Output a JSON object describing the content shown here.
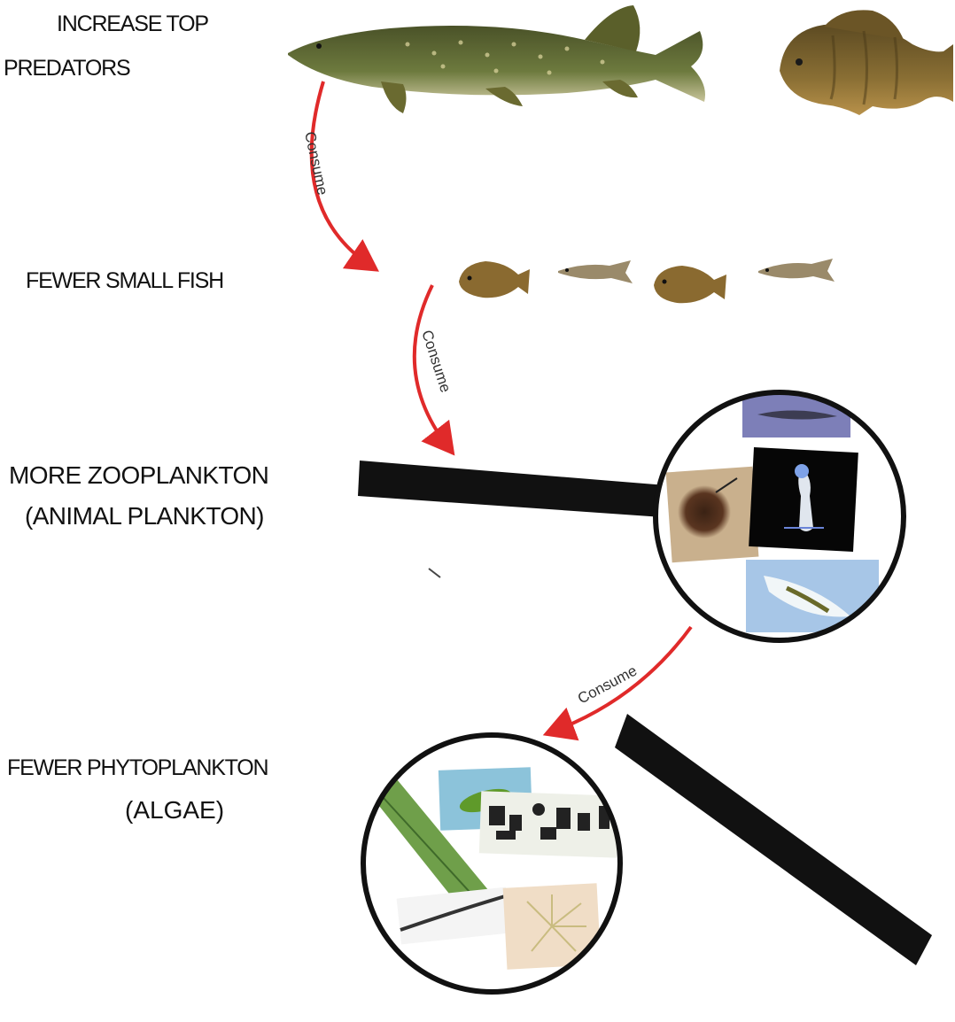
{
  "levels": [
    {
      "line1": "INCREASE TOP",
      "line2": "PREDATORS"
    },
    {
      "line1": "FEWER SMALL FISH"
    },
    {
      "line1": "MORE ZOOPLANKTON",
      "line2": "(ANIMAL PLANKTON)"
    },
    {
      "line1": "FEWER PHYTOPLANKTON",
      "line2": "(ALGAE)"
    }
  ],
  "arrows": [
    {
      "label": "Consume"
    },
    {
      "label": "Consume"
    },
    {
      "label": "Consume"
    }
  ],
  "colors": {
    "arrow": "#e02a2a",
    "magnifier": "#111111",
    "pike_body": "#5f6a36",
    "sunfish_body": "#8a6f34",
    "minnow_body": "#9a8a6a"
  },
  "icons": {
    "predators": [
      "northern-pike-icon",
      "bluegill-sunfish-icon"
    ],
    "small_fish": [
      "small-sunfish-icon",
      "minnow-icon",
      "small-sunfish-icon",
      "minnow-icon"
    ],
    "zooplankton": [
      "copepod-photo-icon",
      "water-flea-photo-icon",
      "rotifer-photo-icon",
      "shrimp-larva-photo-icon"
    ],
    "phytoplankton": [
      "euglena-photo-icon",
      "green-filament-photo-icon",
      "diatom-chain-photo-icon",
      "thin-filament-photo-icon",
      "star-diatom-photo-icon"
    ]
  }
}
